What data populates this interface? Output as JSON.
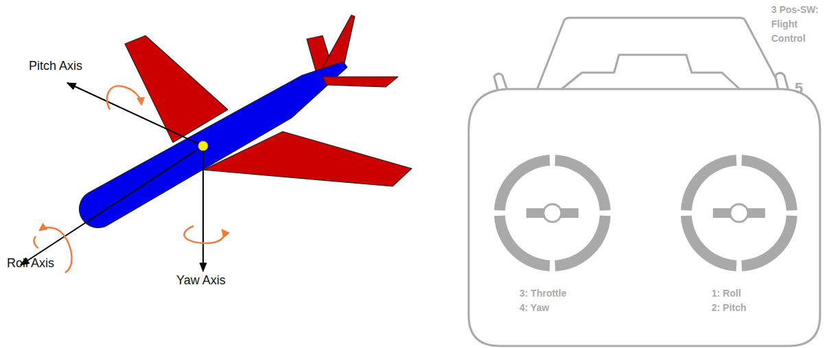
{
  "diagram": {
    "labels": [
      "Pitch Axis",
      "Roll Axis",
      "Yaw Axis",
      "3 Pos-SW: Flight Control",
      "5",
      "3: Throttle",
      "4: Yaw",
      "1: Roll",
      "2: Pitch"
    ]
  }
}
